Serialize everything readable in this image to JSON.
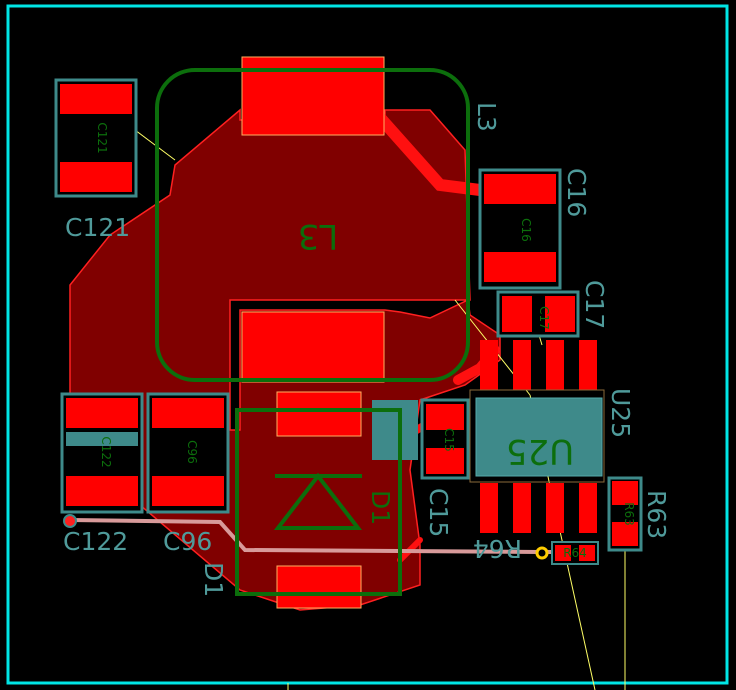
{
  "components": {
    "c121": {
      "designator": "C121",
      "pad_text": "C121"
    },
    "c122": {
      "designator": "C122",
      "pad_text": "C122"
    },
    "c96": {
      "designator": "C96",
      "pad_text": "C96"
    },
    "c16": {
      "designator": "C16",
      "pad_text": "C16"
    },
    "c17": {
      "designator": "C17",
      "pad_text": "C17"
    },
    "c15": {
      "designator": "C15",
      "pad_text": "C15"
    },
    "l3": {
      "designator": "L3",
      "pad_text": "L3"
    },
    "d1": {
      "designator": "D1",
      "pad_text": "D1"
    },
    "u25": {
      "designator": "U25",
      "pad_text": "U25"
    },
    "r63": {
      "designator": "R63",
      "pad_text": "R63"
    },
    "r64": {
      "designator": "R64",
      "pad_text": "R64"
    }
  },
  "colors": {
    "background": "#000000",
    "board_outline": "#00e5e5",
    "copper_pour": "#800000",
    "pad": "#ff0000",
    "pad_edge": "#ffb060",
    "silkscreen": "#4f9a9a",
    "courtyard": "#0c6e0c",
    "ratsnest": "#ffff66",
    "via": "#ffcc00",
    "trace_pink": "#d89a9a",
    "mask_blue": "#3e8a8a"
  }
}
